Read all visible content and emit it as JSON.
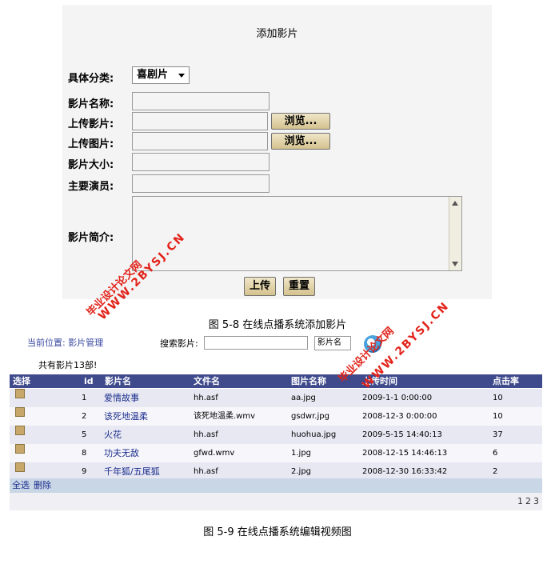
{
  "add_form": {
    "title": "添加影片",
    "category_label": "具体分类:",
    "category_value": "喜剧片",
    "name_label": "影片名称:",
    "upload_movie_label": "上传影片:",
    "upload_image_label": "上传图片:",
    "browse_label": "浏览...",
    "size_label": "影片大小:",
    "actors_label": "主要演员:",
    "intro_label": "影片简介:",
    "upload_button": "上传",
    "reset_button": "重置"
  },
  "caption1": "图 5-8 在线点播系统添加影片",
  "list": {
    "breadcrumb": "当前位置: 影片管理",
    "search_label": "搜索影片:",
    "search_field_value": "影片名",
    "count_text": "共有影片13部!",
    "columns": [
      "选择",
      "id",
      "影片名",
      "文件名",
      "图片名称",
      "上传时间",
      "点击率"
    ],
    "rows": [
      {
        "id": "1",
        "name": "爱情故事",
        "file": "hh.asf",
        "image": "aa.jpg",
        "time": "2009-1-1 0:00:00",
        "clicks": "10"
      },
      {
        "id": "2",
        "name": "该死地温柔",
        "file": "该死地温柔.wmv",
        "image": "gsdwr.jpg",
        "time": "2008-12-3 0:00:00",
        "clicks": "10"
      },
      {
        "id": "5",
        "name": "火花",
        "file": "hh.asf",
        "image": "huohua.jpg",
        "time": "2009-5-15 14:40:13",
        "clicks": "37"
      },
      {
        "id": "8",
        "name": "功夫无敌",
        "file": "gfwd.wmv",
        "image": "1.jpg",
        "time": "2008-12-15 14:46:13",
        "clicks": "6"
      },
      {
        "id": "9",
        "name": "千年狐/五尾狐",
        "file": "hh.asf",
        "image": "2.jpg",
        "time": "2008-12-30 16:33:42",
        "clicks": "2"
      }
    ],
    "select_all": "全选",
    "delete": "删除",
    "pages": [
      "1",
      "2",
      "3"
    ]
  },
  "caption2": "图 5-9 在线点播系统编辑视频图",
  "watermark": {
    "line1": "毕业设计论文网",
    "line2": "WWW.2BYSJ.CN"
  },
  "colors": {
    "watermark": "#e2231a",
    "table_header": "#3f4a8c",
    "link": "#1a2c8c"
  }
}
